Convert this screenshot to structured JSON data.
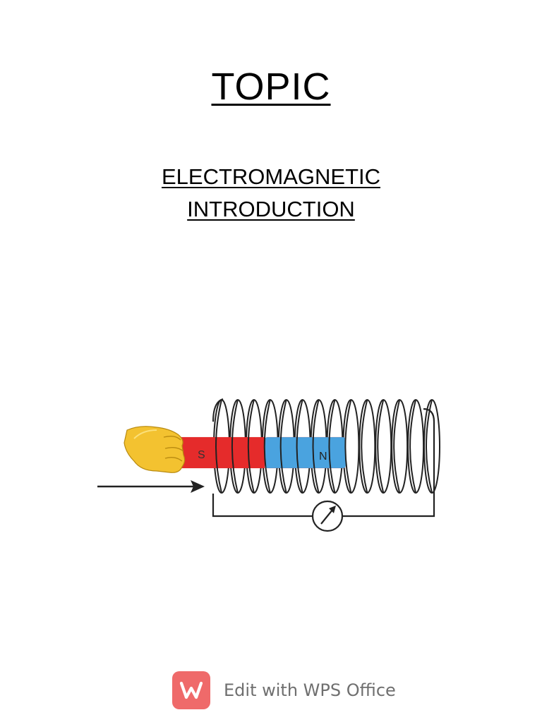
{
  "document": {
    "title": "TOPIC",
    "subtitle_lines": [
      "ELECTROMAGNETIC",
      "INTRODUCTION"
    ]
  },
  "figure": {
    "magnet_labels": {
      "south": "S",
      "north": "N"
    },
    "colors": {
      "south_pole": "#e52b2b",
      "north_pole": "#4aa3df",
      "hand": "#f3c230",
      "wire": "#222222"
    },
    "icons": [
      "hand-icon",
      "arrow-icon",
      "coil-icon",
      "galvanometer-icon"
    ]
  },
  "watermark": {
    "text": "Edit with WPS Office",
    "logo_color": "#ef6a6a"
  }
}
